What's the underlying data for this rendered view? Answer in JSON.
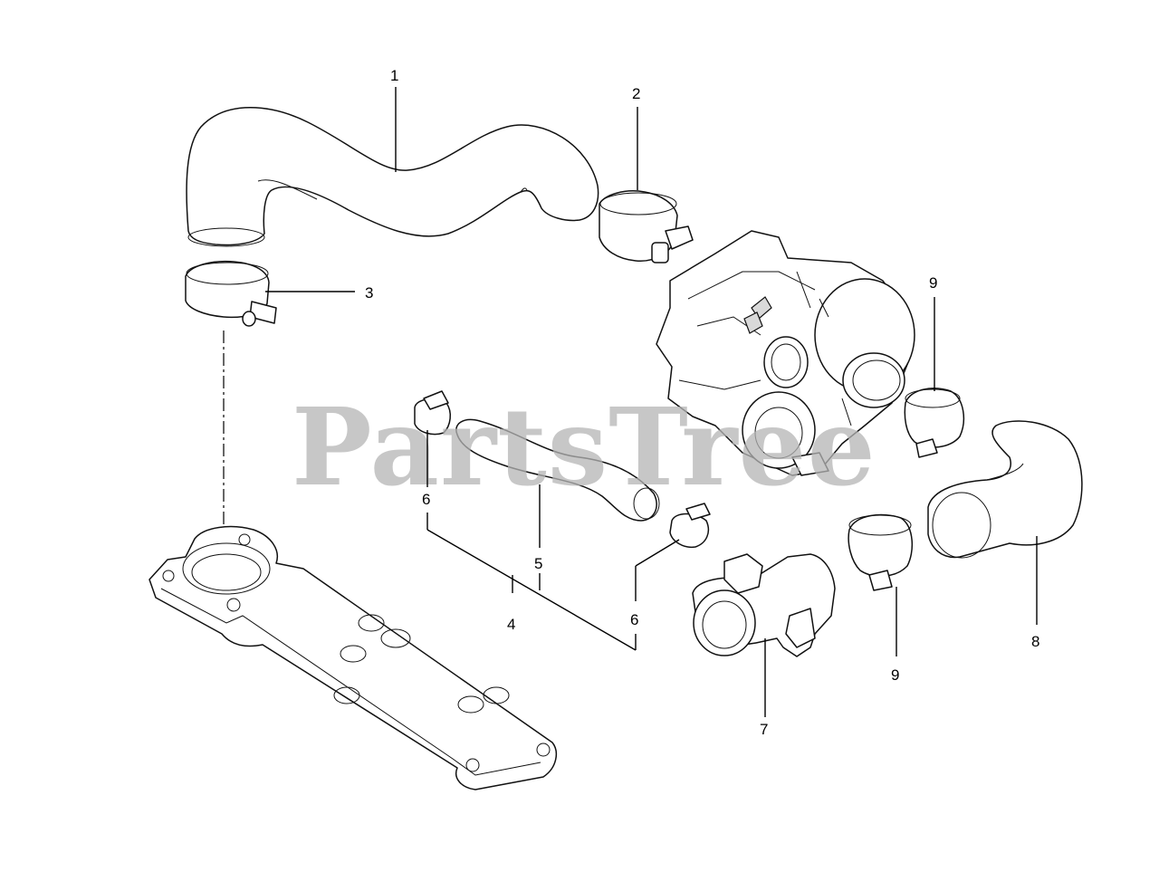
{
  "watermark": "PartsTree",
  "callouts": {
    "c1": "1",
    "c2": "2",
    "c3": "3",
    "c4": "4",
    "c5": "5",
    "c6a": "6",
    "c6b": "6",
    "c7": "7",
    "c8": "8",
    "c9a": "9",
    "c9b": "9"
  }
}
